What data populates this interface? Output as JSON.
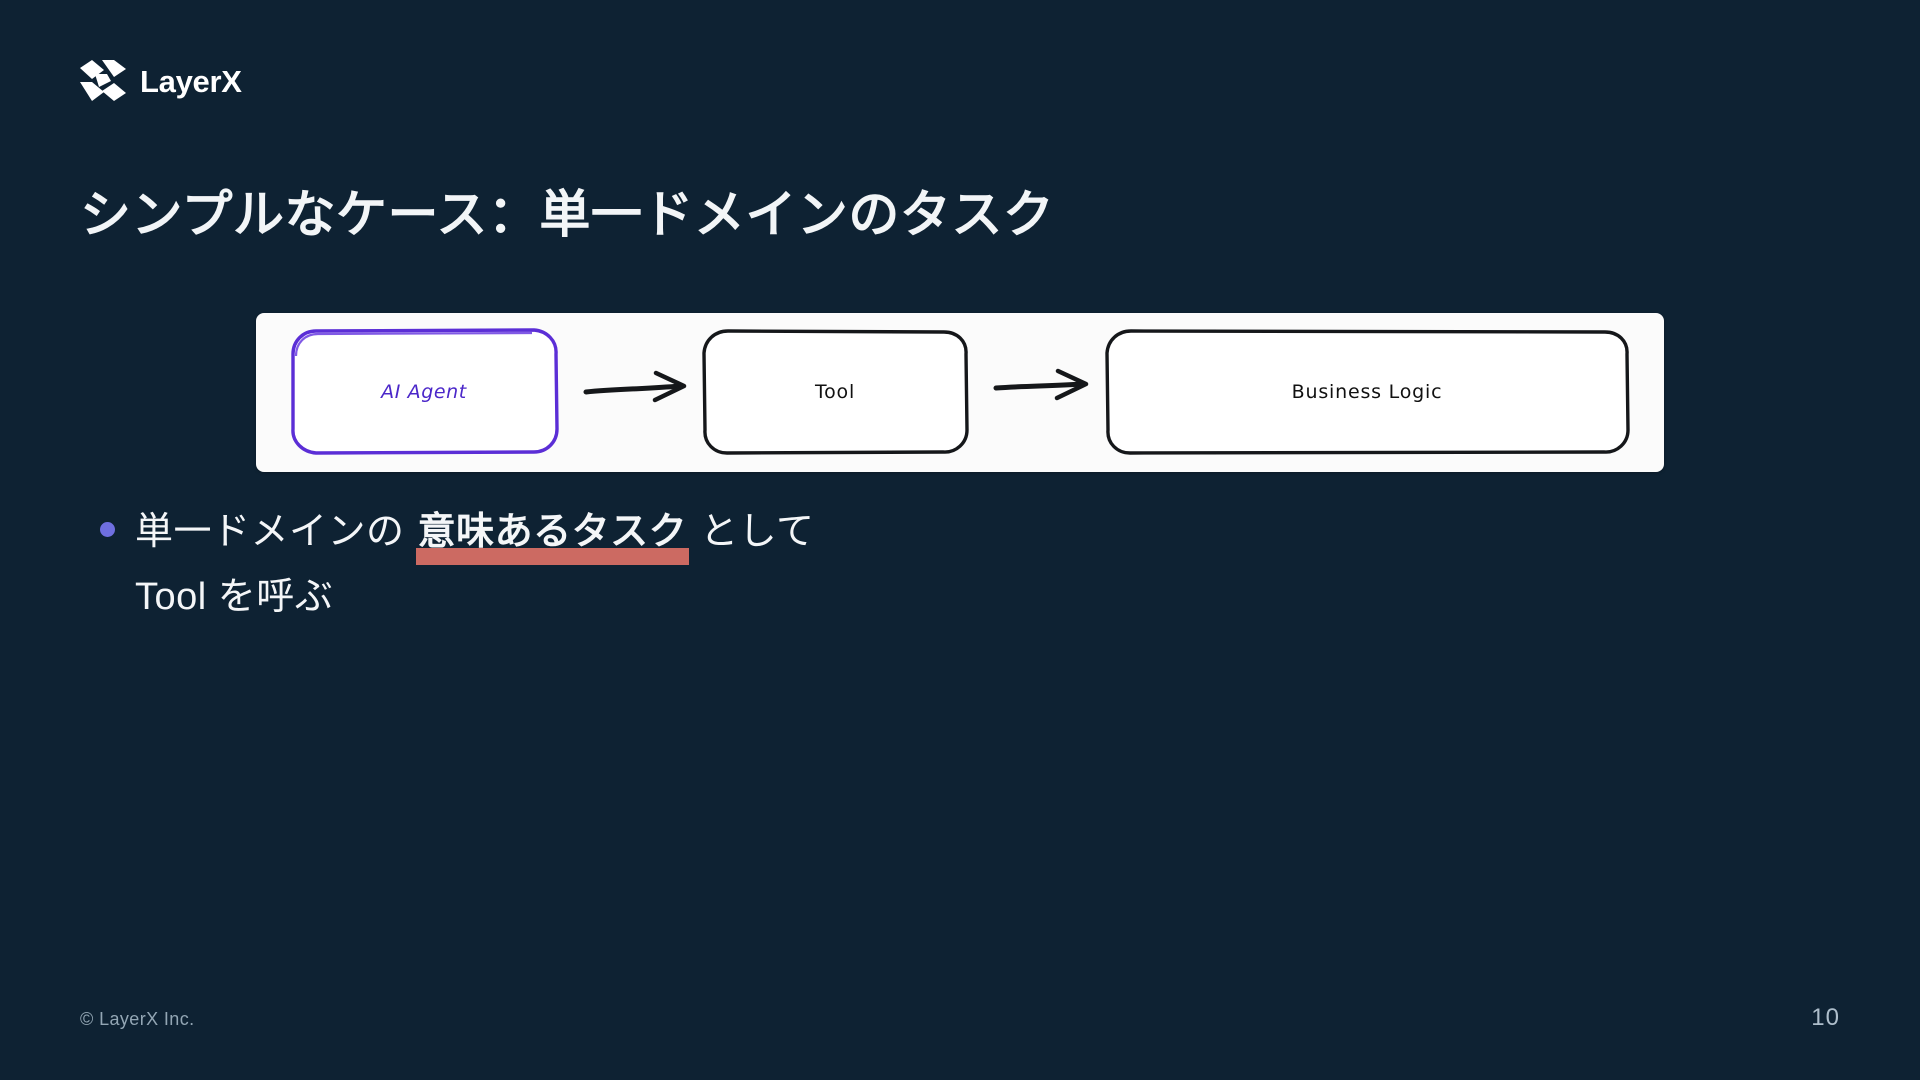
{
  "slide": {
    "background_color": "#0e2233",
    "page_number": "10"
  },
  "brand": {
    "logo_icon": "layerx-logo-mark",
    "wordmark": "LayerX",
    "logo_color": "#ffffff"
  },
  "header": {
    "title": "シンプルなケース：単一ドメインのタスク"
  },
  "diagram": {
    "panel_background": "#fbfbfb",
    "style": "hand-drawn",
    "nodes": [
      {
        "id": "ai-agent",
        "label": "AI Agent",
        "stroke_color": "#5b2ed6",
        "text_color": "#4b27c9",
        "highlighted": true
      },
      {
        "id": "tool",
        "label": "Tool",
        "stroke_color": "#111111",
        "text_color": "#111111",
        "highlighted": false
      },
      {
        "id": "business-logic",
        "label": "Business Logic",
        "stroke_color": "#111111",
        "text_color": "#111111",
        "highlighted": false
      }
    ],
    "arrows": [
      {
        "from": "ai-agent",
        "to": "tool",
        "color": "#111111"
      },
      {
        "from": "tool",
        "to": "business-logic",
        "color": "#111111"
      }
    ]
  },
  "body": {
    "bullet_marker_color": "#6f6fe0",
    "bullets": [
      {
        "line1_prefix": "単一ドメインの ",
        "line1_highlight": "意味あるタスク",
        "line1_suffix": " として",
        "line2": "Tool を呼ぶ",
        "highlight_color": "#cc6a62"
      }
    ]
  },
  "footer": {
    "copyright": "© LayerX Inc.",
    "page_number": "10"
  }
}
